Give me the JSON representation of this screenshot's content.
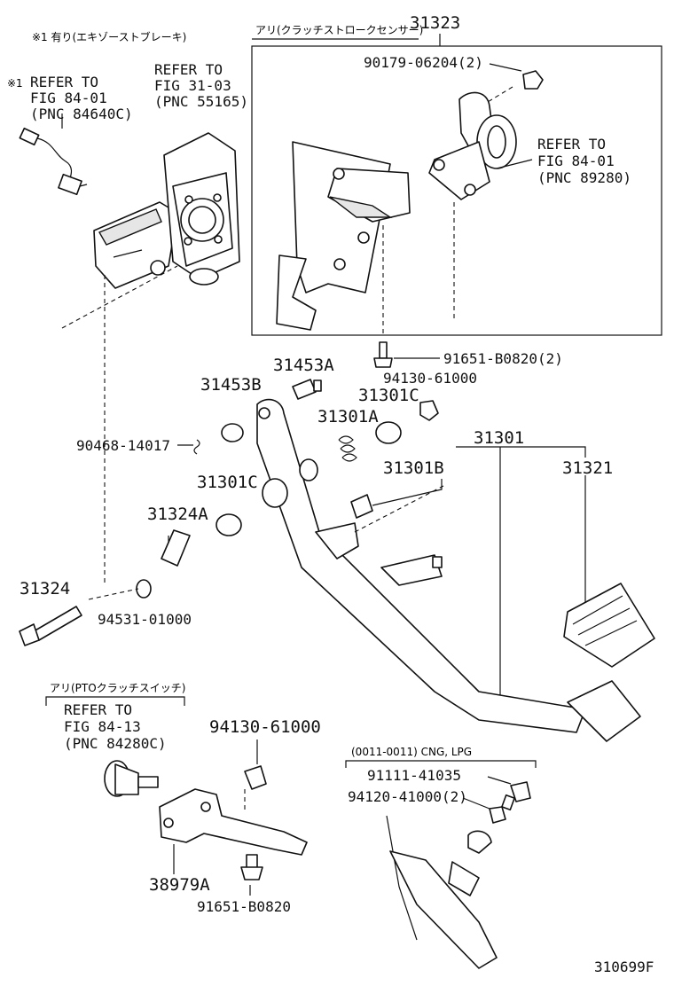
{
  "notes": {
    "exhaust_brake": "※1 有り(エキゾーストブレーキ)",
    "clutch_stroke_sensor": "アリ(クラッチストロークセンサー)",
    "pto_clutch_switch": "アリ(PTOクラッチスイッチ)",
    "cng_lpg": "(0011-0011) CNG, LPG"
  },
  "refs": {
    "ref_84_01_a": {
      "l1": "REFER TO",
      "l2": "FIG 84-01",
      "l3": "(PNC 84640C)",
      "prefix": "※1"
    },
    "ref_31_03": {
      "l1": "REFER TO",
      "l2": "FIG 31-03",
      "l3": "(PNC 55165)"
    },
    "ref_84_01_b": {
      "l1": "REFER TO",
      "l2": "FIG 84-01",
      "l3": "(PNC 89280)"
    },
    "ref_84_13": {
      "l1": "REFER TO",
      "l2": "FIG 84-13",
      "l3": "(PNC 84280C)"
    }
  },
  "parts": {
    "p31323": "31323",
    "p90179": "90179-06204(2)",
    "p91651a": "91651-B0820(2)",
    "p94130a": "94130-61000",
    "p31453a": "31453A",
    "p31453b": "31453B",
    "p31301c_a": "31301C",
    "p31301a": "31301A",
    "p90468": "90468-14017",
    "p31301": "31301",
    "p31321": "31321",
    "p31301b": "31301B",
    "p31301c_b": "31301C",
    "p31324a": "31324A",
    "p31324": "31324",
    "p94531": "94531-01000",
    "p94130b": "94130-61000",
    "p38979a": "38979A",
    "p91651b": "91651-B0820",
    "p91111": "91111-41035",
    "p94120": "94120-41000(2)"
  },
  "figure_id": "310699F"
}
